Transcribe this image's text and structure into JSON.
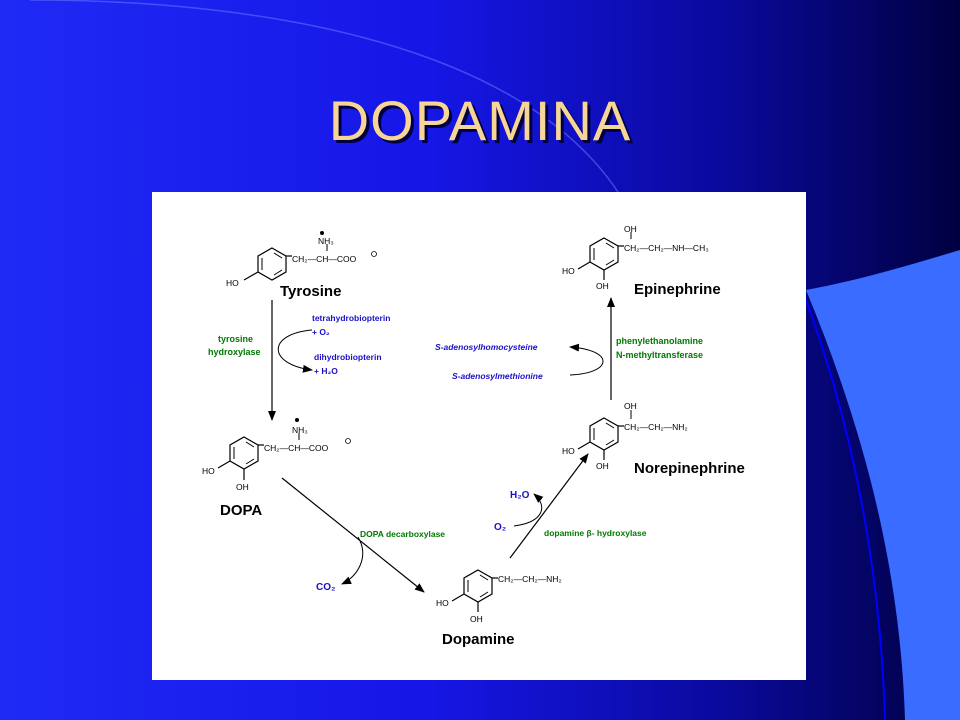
{
  "slide": {
    "title": "DOPAMINA",
    "colors": {
      "background": "#1616e6",
      "title": "#f6d596",
      "enzyme_text": "#007a00",
      "cofactor_text": "#1a10c8",
      "panel": "#ffffff"
    }
  },
  "diagram": {
    "compounds": {
      "tyrosine": "Tyrosine",
      "dopa": "DOPA",
      "dopamine": "Dopamine",
      "norepinephrine": "Norepinephrine",
      "epinephrine": "Epinephrine"
    },
    "enzymes": {
      "tyrosine_hydroxylase_1": "tyrosine",
      "tyrosine_hydroxylase_2": "hydroxylase",
      "dopa_decarboxylase": "DOPA decarboxylase",
      "dopamine_b_hydroxylase": "dopamine β- hydroxylase",
      "pnmt_1": "phenylethanolamine",
      "pnmt_2": "N-methyltransferase"
    },
    "cofactors": {
      "tetrahydrobiopterin": "tetrahydrobiopterin",
      "o2_plus": "+ O₂",
      "dihydrobiopterin": "dihydrobiopterin",
      "h2o_plus": "+ H₂O",
      "co2": "CO₂",
      "o2": "O₂",
      "h2o": "H₂O",
      "sam": "S-adenosylmethionine",
      "sah": "S-adenosylhomocysteine"
    },
    "structure_labels": {
      "ho": "HO",
      "oh": "OH",
      "nh3": "NH₃",
      "coo": "COO",
      "ch2_ch_coo": "CH₂—CH—COO",
      "ch2_ch2_nh2": "CH₂—CH₂—NH₂",
      "ch2_ch2_nh_ch3": "CH₂—CH₂—NH—CH₃"
    }
  }
}
